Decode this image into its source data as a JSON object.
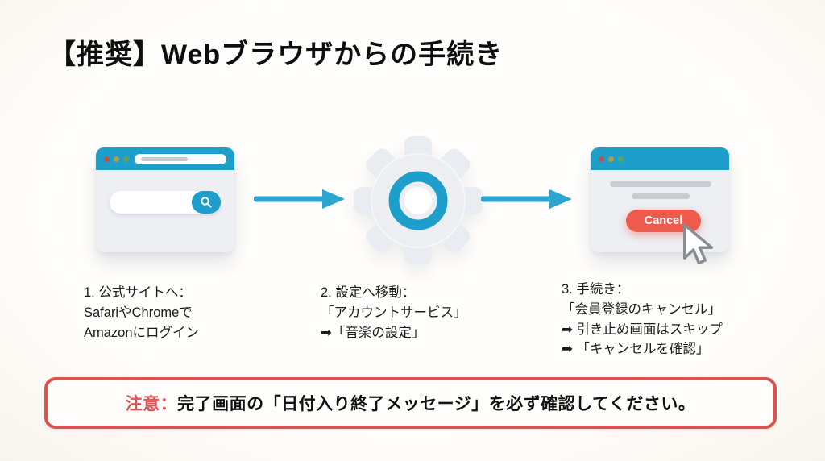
{
  "slide": {
    "title": "【推奨】Webブラウザからの手続き"
  },
  "colors": {
    "accent_blue": "#1d9ecb",
    "cancel_red": "#ee5a4b",
    "warning_border": "#d85450",
    "warning_label_red": "#e25353"
  },
  "flow": {
    "step1_icon": "browser-window-with-search",
    "step2_icon": "settings-gear",
    "step3_icon": "browser-window-with-cancel",
    "cancel_button_label": "Cancel"
  },
  "steps": [
    {
      "lines": [
        "1. 公式サイトへ：",
        "SafariやChromeで",
        "Amazonにログイン"
      ]
    },
    {
      "lines": [
        "2. 設定へ移動：",
        "「アカウントサービス」",
        "➡「音楽の設定」"
      ]
    },
    {
      "lines": [
        "3. 手続き：",
        "「会員登録のキャンセル」",
        "➡ 引き止め画面はスキップ",
        "➡ 「キャンセルを確認」"
      ]
    }
  ],
  "warning": {
    "label": "注意：",
    "text": "完了画面の「日付入り終了メッセージ」を必ず確認してください。"
  }
}
